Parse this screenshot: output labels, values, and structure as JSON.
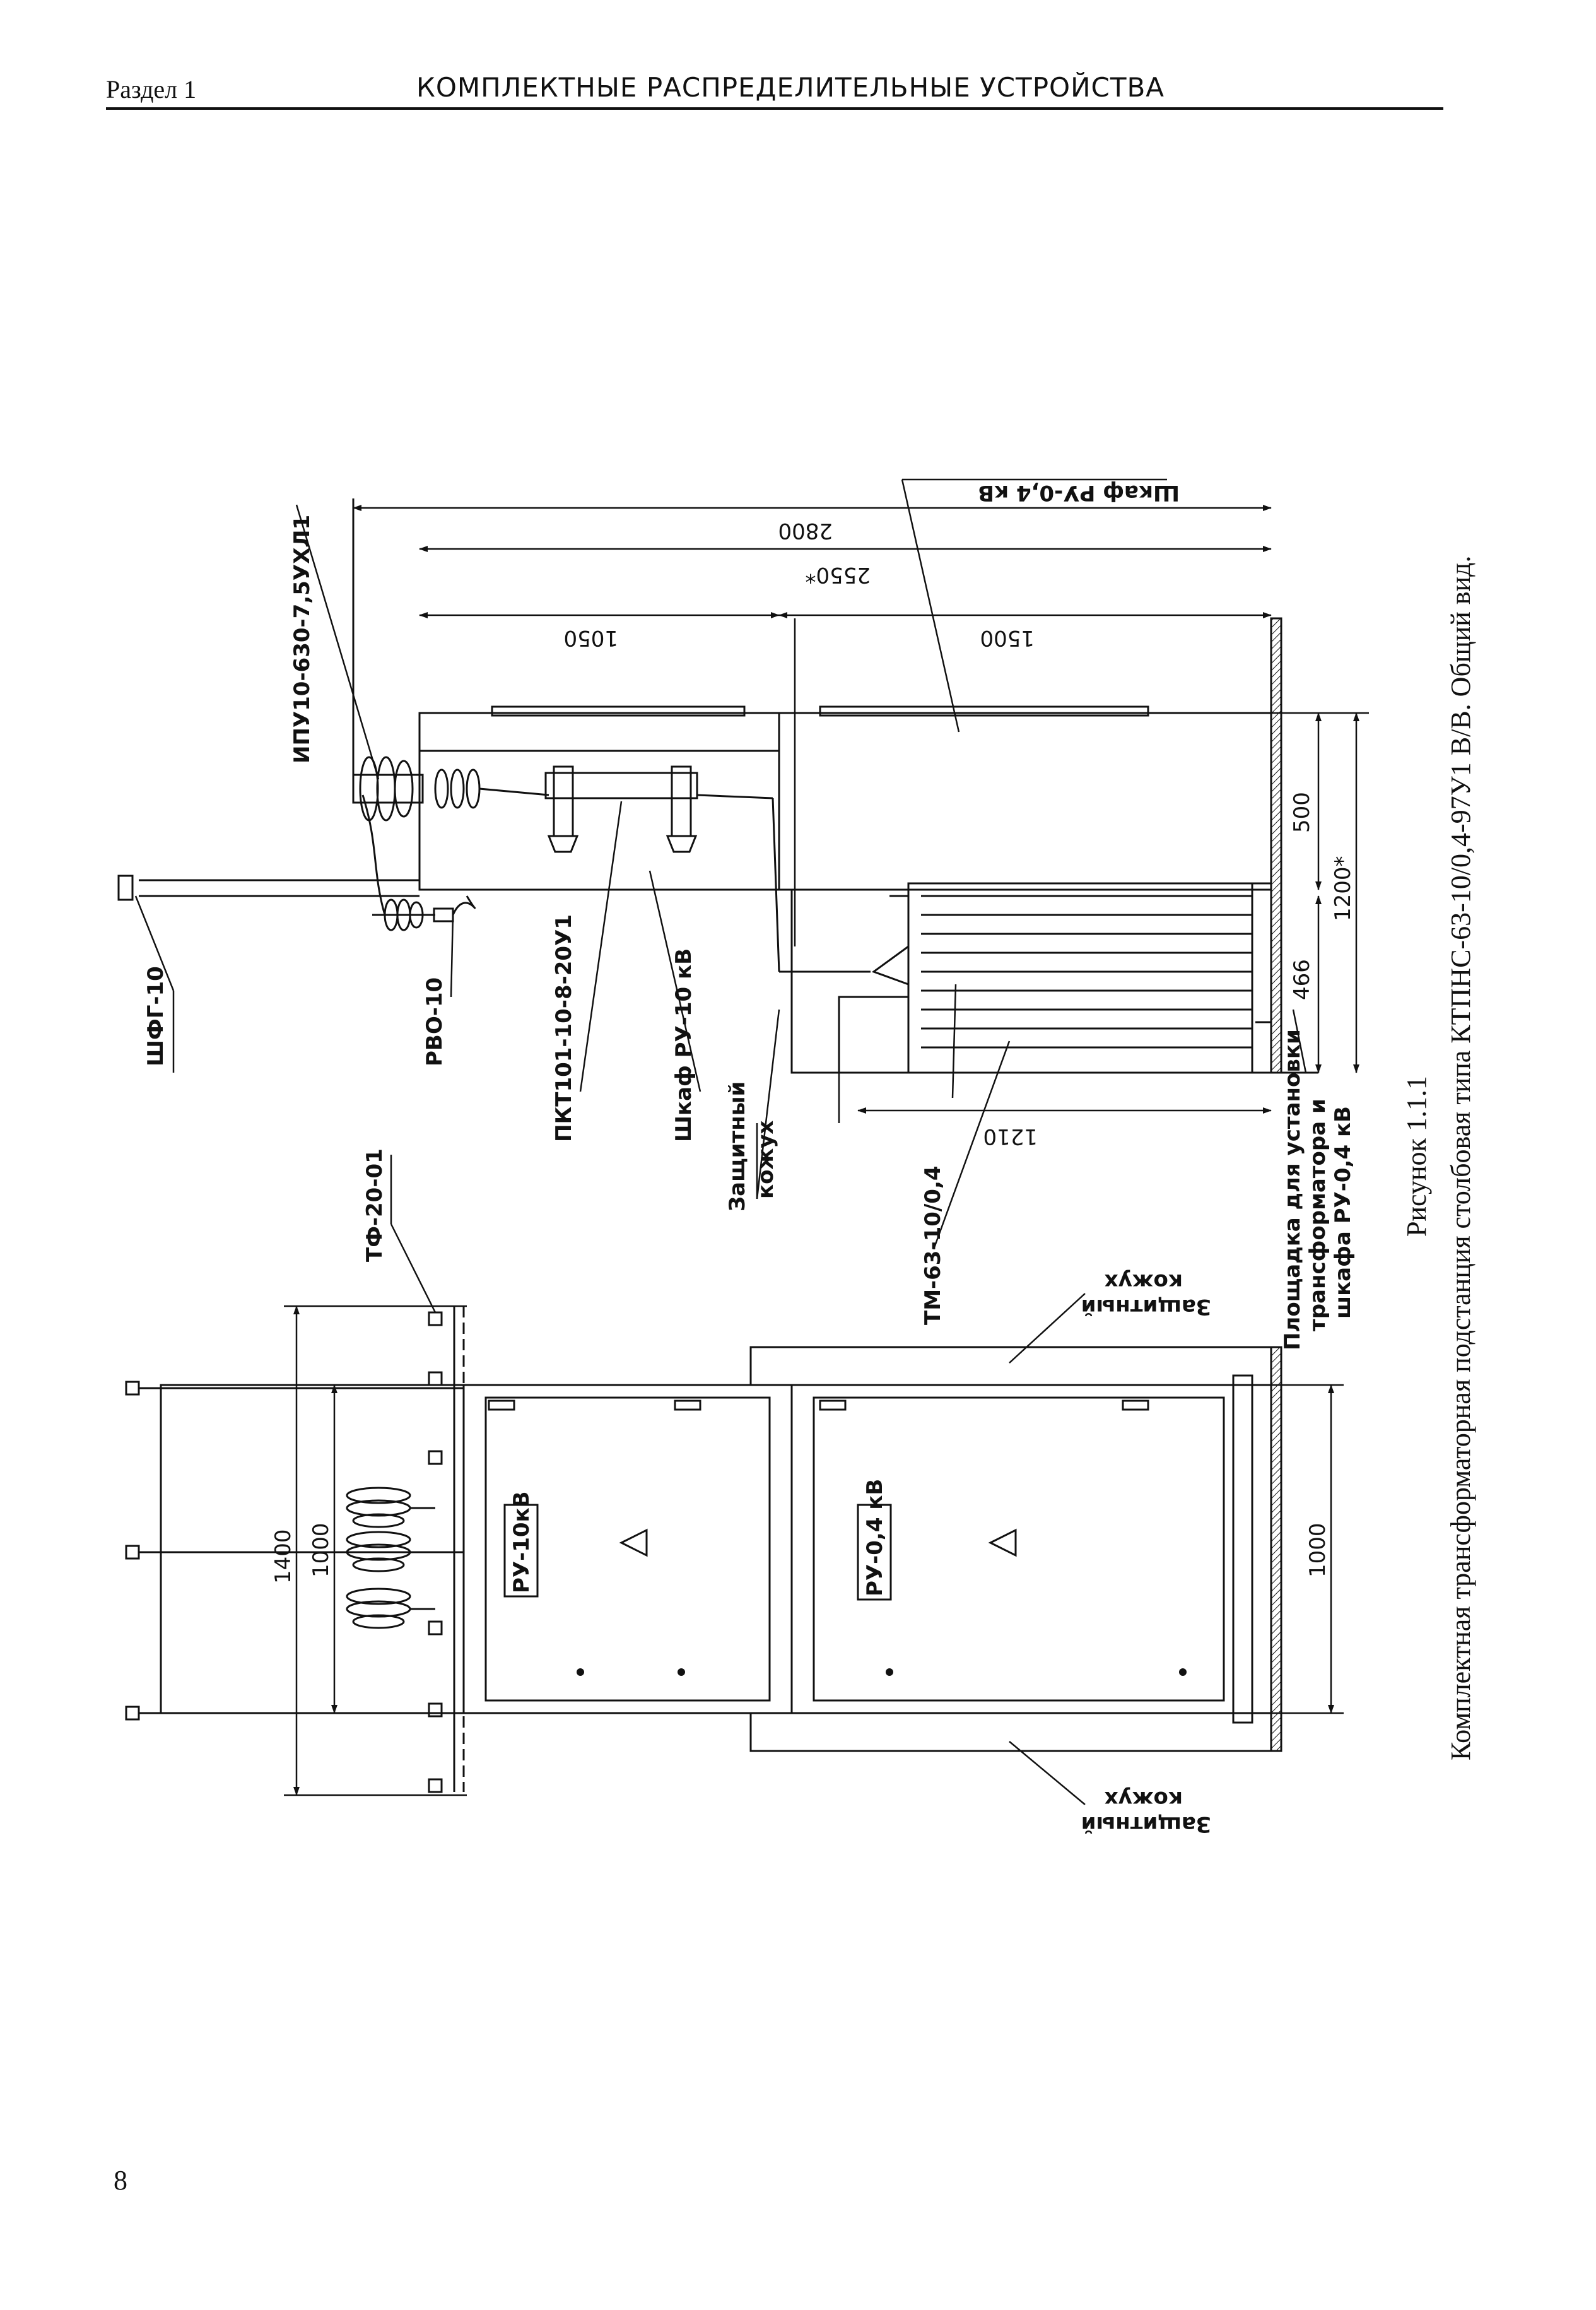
{
  "header": {
    "section": "Раздел 1",
    "title": "КОМПЛЕКТНЫЕ РАСПРЕДЕЛИТЕЛЬНЫЕ УСТРОЙСТВА"
  },
  "page_number": "8",
  "figure": {
    "number": "Рисунок 1.1.1",
    "caption": "Комплектная трансформаторная подстанция столбовая типа КТПНС-63-10/0,4-97У1 В/В. Общий вид."
  },
  "labels": {
    "shog": "ШФГ-10",
    "rvo": "РВО-10",
    "pkt": "ПКТ101-10-8-20У1",
    "shkaf_ru10": "Шкаф РУ-10 кВ",
    "zashchitny_kozhukh_1": "Защитный",
    "zashchitny_kozhukh_2": "кожух",
    "tm": "ТМ-63-10/0,4",
    "ploshchadka_1": "Площадка для установки",
    "ploshchadka_2": "трансформатора и",
    "ploshchadka_3": "шкафа РУ-0,4 кВ",
    "tf": "ТФ-20-01",
    "ipu": "ИПУ10-630-7,5УХЛ1",
    "shkaf_ru04": "Шкаф РУ-0,4 кВ",
    "zashch_bottom_1": "Защитный",
    "zashch_bottom_2": "кожух",
    "zashch_mid_1": "Защитный",
    "zashch_mid_2": "кожух",
    "ru10_plate": "РУ-10кВ",
    "ru04_plate": "РУ-0,4 кВ"
  },
  "dimensions": {
    "d2800": "2800",
    "d2550": "2550*",
    "d1050": "1050",
    "d1500": "1500",
    "d500": "500",
    "d1200": "1200*",
    "d466": "466",
    "d1210": "1210",
    "d1400": "1400",
    "d1000_top": "1000",
    "d1000_bot": "1000"
  }
}
